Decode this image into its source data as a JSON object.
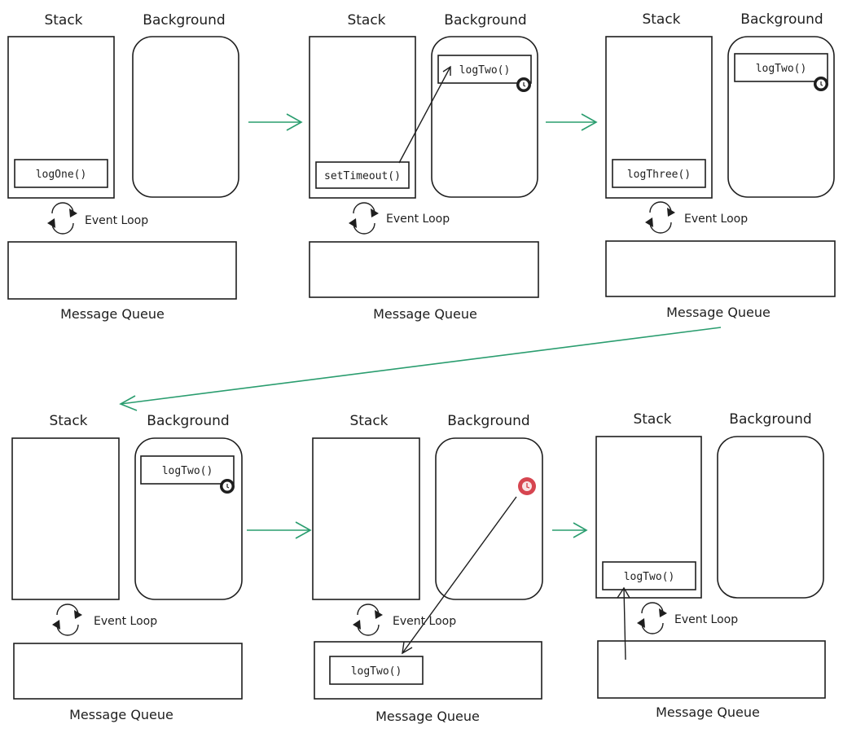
{
  "labels": {
    "stack": "Stack",
    "background": "Background",
    "event_loop": "Event Loop",
    "message_queue": "Message Queue"
  },
  "functions": {
    "log_one": "logOne()",
    "set_timeout": "setTimeout()",
    "log_two": "logTwo()",
    "log_three": "logThree()"
  },
  "colors": {
    "ink": "#1e1e1e",
    "flow_arrow": "#2a9d6f",
    "timer_done": "#d64550"
  },
  "icons": {
    "timer": "stopwatch-icon",
    "loop": "refresh-cycle-icon"
  },
  "panels": [
    {
      "stack": "log_one",
      "background": null,
      "queue": null,
      "timer_state": null
    },
    {
      "stack": "set_timeout",
      "background": "log_two",
      "queue": null,
      "timer_state": "running"
    },
    {
      "stack": "log_three",
      "background": "log_two",
      "queue": null,
      "timer_state": "running"
    },
    {
      "stack": null,
      "background": "log_two",
      "queue": null,
      "timer_state": "running"
    },
    {
      "stack": null,
      "background": null,
      "queue": "log_two",
      "timer_state": "done"
    },
    {
      "stack": "log_two",
      "background": null,
      "queue": null,
      "timer_state": null
    }
  ]
}
